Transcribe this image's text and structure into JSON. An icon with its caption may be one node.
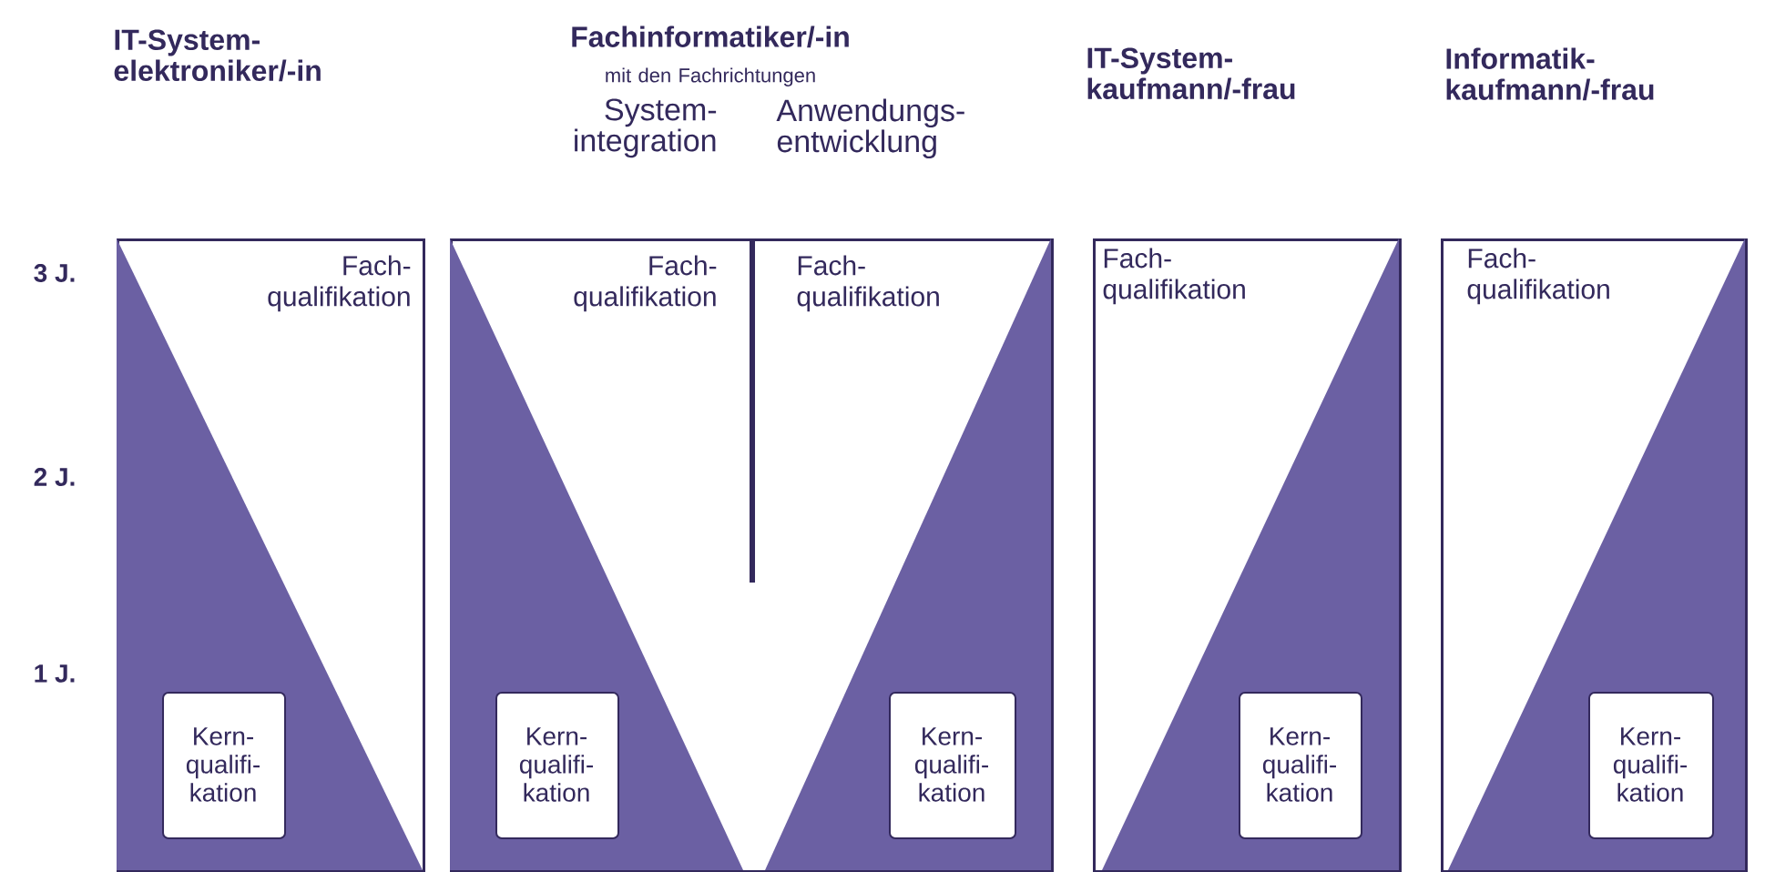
{
  "diagram": {
    "nodes": [
      {
        "text": [
          "IT-System- elektroniker/-in"
        ]
      },
      {
        "text": [
          "Fach- qualifikation"
        ]
      },
      {
        "text": [
          "Kern- qualifi- kation"
        ],
        "in": 1
      },
      {
        "text": [
          "Fachinformatiker/-in",
          "mit den Fachrichtungen",
          "System- integration",
          "Anwendungs- entwicklung"
        ]
      },
      {
        "text": [
          "Fach- qualifikation",
          "Fach- qualifikation"
        ]
      },
      {
        "text": [
          "Kern- qualifi- kation"
        ],
        "in": 4
      },
      {
        "text": [
          "Kern- qualifi- kation"
        ],
        "in": 4
      },
      {
        "text": [
          "IT-System- kaufmann/-frau"
        ]
      },
      {
        "text": [
          "Fach- qualifikation"
        ]
      },
      {
        "text": [
          "Kern- qualifi- kation"
        ],
        "in": 8
      },
      {
        "text": [
          "Informatik- kaufmann/-frau"
        ]
      },
      {
        "text": [
          "Fach- qualifikation"
        ]
      },
      {
        "text": [
          "Kern- qualifi- kation"
        ],
        "in": 11
      }
    ],
    "labels": [
      "3 J.",
      "2 J.",
      "1 J."
    ]
  }
}
